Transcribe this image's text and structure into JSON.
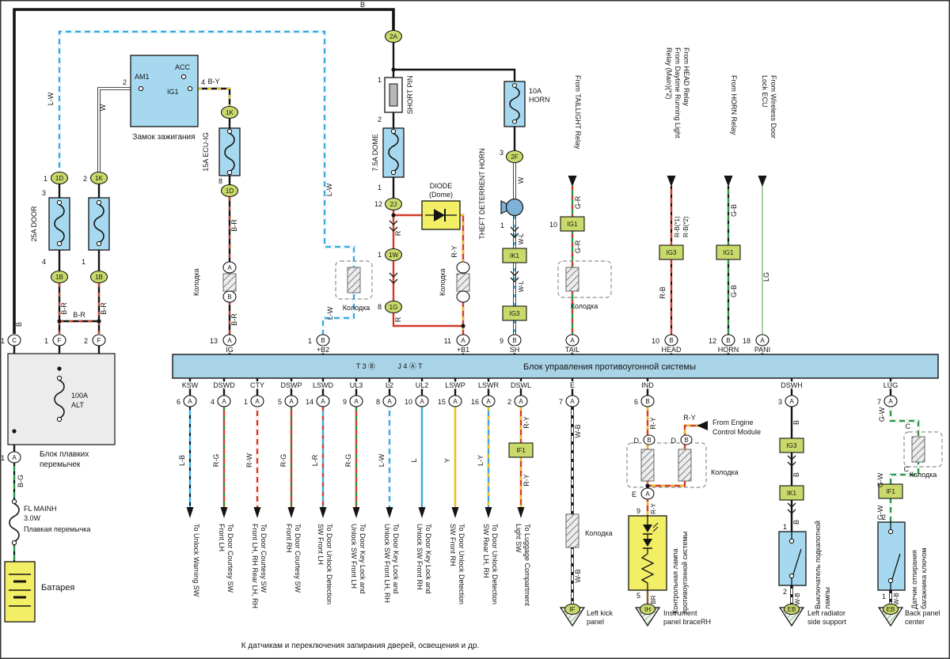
{
  "caption": "К датчикам и переключения запирания дверей, освещения и др.",
  "kolodka": "Колодка",
  "wire": {
    "b": "B",
    "w": "W",
    "by": "B-Y",
    "lw": "L-W",
    "br": "B-R",
    "r": "R",
    "ry": "R-Y",
    "wl": "W-L",
    "gr": "G-R",
    "rb": "R-B",
    "rb1": "R-B(*1)",
    "rb2": "R-B(*2)",
    "gb": "G-B",
    "lg": "LG",
    "wb": "W-B",
    "bg": "B-G",
    "gw": "G-W",
    "brn": "BR"
  },
  "letters": {
    "a": "A",
    "b": "B",
    "c": "C",
    "d": "D",
    "e": "E",
    "f": "F"
  },
  "ignition": {
    "label": "Замок зажигания",
    "am1": "AM1",
    "acc": "ACC",
    "ig1": "IG1",
    "pin2": "2",
    "pin4": "4"
  },
  "fuses": {
    "door": {
      "label": "25A DOOR",
      "pin_top": "3",
      "pin_bot": "4"
    },
    "fuse2": {
      "pin_bot": "1"
    },
    "ecu_ig": {
      "label": "15A ECU-IG",
      "pin": "8"
    },
    "dome": {
      "label": "7.5A DOME",
      "pin": "1"
    },
    "horn": {
      "l1": "10A",
      "l2": "HORN",
      "pin": "3"
    },
    "alt": {
      "l1": "100A",
      "l2": "ALT"
    }
  },
  "conn": {
    "a2": "2A",
    "j2": {
      "num": "12",
      "id": "2J"
    },
    "w1": {
      "num": "1",
      "id": "1W"
    },
    "g1": {
      "num": "8",
      "id": "1G"
    },
    "f2": "2F",
    "d1_left": {
      "num": "1",
      "id": "1D"
    },
    "k1_left": {
      "num": "2",
      "id": "1K"
    },
    "b1": "1B",
    "k1": "1K",
    "d1": "1D",
    "ig1": "IG1",
    "ig1_num": "10",
    "ig3": "IG3",
    "ik1": "IK1",
    "if1": "IF1",
    "c_num": "1",
    "a_num": "1",
    "f_left_num": "1",
    "f_right_num": "2"
  },
  "short_pin": {
    "label": "SHORT PIN",
    "pin1": "1",
    "pin2": "2"
  },
  "diode": {
    "l1": "DIODE",
    "l2": "(Dome)"
  },
  "horn_device": {
    "label": "THEFT DETERRENT HORN",
    "pin": "1"
  },
  "sources": {
    "tail": "From TAILLIGHT Relay",
    "head1": "From HEAD Relay",
    "head2": "From Daytime Running Light",
    "head3": "Relay (Main)(*2)",
    "horn": "From HORN Relay",
    "wless1": "From Wireless Door",
    "wless2": "Lock ECU",
    "ecm1": "From Engine",
    "ecm2": "Control Module"
  },
  "ecu": {
    "title": "Блок управления противоугонной системы",
    "codes1": "T 3 Ⓑ",
    "codes2": "J 4 Ⓐ T",
    "top": [
      {
        "num": "13",
        "c": "A",
        "name": "IG"
      },
      {
        "num": "1",
        "c": "B",
        "name": "+B2"
      },
      {
        "num": "11",
        "c": "A",
        "name": "+B1"
      },
      {
        "num": "9",
        "c": "B",
        "name": "SH"
      },
      {
        "num": "",
        "c": "A",
        "name": "TAIL"
      },
      {
        "num": "10",
        "c": "B",
        "name": "HEAD"
      },
      {
        "num": "12",
        "c": "B",
        "name": "HORN"
      },
      {
        "num": "18",
        "c": "A",
        "name": "PANI"
      }
    ],
    "bottom": [
      {
        "num": "6",
        "c": "A",
        "name": "KSW",
        "wire": "L-B",
        "d1": "To Unlock Warning SW",
        "d2": ""
      },
      {
        "num": "4",
        "c": "A",
        "name": "DSWD",
        "wire": "R-G",
        "d1": "To Door Courtesy SW",
        "d2": "Front LH"
      },
      {
        "num": "1",
        "c": "A",
        "name": "CTY",
        "wire": "R-W",
        "d1": "To Door Courtesy SW",
        "d2": "Front LH, RH Rear LH, RH"
      },
      {
        "num": "5",
        "c": "A",
        "name": "DSWP",
        "wire": "R-G",
        "d1": "To Door Courtesy SW",
        "d2": "Front RH"
      },
      {
        "num": "14",
        "c": "A",
        "name": "LSWD",
        "wire": "L-R",
        "d1": "To Door Unlock Detection",
        "d2": "SW Front LH"
      },
      {
        "num": "9",
        "c": "A",
        "name": "UL3",
        "wire": "R-G",
        "d1": "To Door Key Lock and",
        "d2": "Unlock SW Front LH"
      },
      {
        "num": "8",
        "c": "A",
        "name": "L2",
        "wire": "L-W",
        "d1": "To Door Key Lock and",
        "d2": "Unlock SW Front LH, RH"
      },
      {
        "num": "10",
        "c": "A",
        "name": "UL2",
        "wire": "L",
        "d1": "To Door Key Lock and",
        "d2": "Unlock SW Front RH"
      },
      {
        "num": "15",
        "c": "A",
        "name": "LSWP",
        "wire": "Y",
        "d1": "To Door Unlock Detection",
        "d2": "SW Front RH"
      },
      {
        "num": "16",
        "c": "A",
        "name": "LSWR",
        "wire": "L-Y",
        "d1": "To Door Unlock Detection",
        "d2": "SW Rear LH, RH"
      },
      {
        "num": "2",
        "c": "A",
        "name": "DSWL",
        "wire": "R-Y",
        "d1": "To Luggage Compartment",
        "d2": "Light SW"
      },
      {
        "num": "7",
        "c": "A",
        "name": "E",
        "wire": "W-B"
      },
      {
        "num": "6",
        "c": "B",
        "name": "IND",
        "wire": "R-Y"
      },
      {
        "num": "3",
        "c": "A",
        "name": "DSWH",
        "wire": "B"
      },
      {
        "num": "7",
        "c": "A",
        "name": "LUG",
        "wire": "G-W"
      }
    ]
  },
  "left": {
    "block_l1": "Блок плавких",
    "block_l2": "перемычек",
    "fl1": "FL MAINH",
    "fl2": "3.0W",
    "fl_name": "Плавкая перемычка",
    "battery": "Батарея"
  },
  "lamp": {
    "l1": "Контрольная лампа",
    "l2": "противоугонной системы",
    "pin_top": "9",
    "pin_bot": "5"
  },
  "hood_switch": {
    "l1": "Выключатель подкапотной",
    "l2": "лампы",
    "pin1": "1",
    "pin2": "2"
  },
  "trunk_sensor": {
    "l1": "Датчик отпирания",
    "l2": "багажника ключом",
    "pin_top": "2",
    "pin_bot": "1"
  },
  "grounds": {
    "if": {
      "id": "IF",
      "l1": "Left kick",
      "l2": "panel"
    },
    "ih": {
      "id": "IH",
      "l1": "Instrument",
      "l2": "panel braceRH"
    },
    "eb1": {
      "id": "EB",
      "l1": "Left radiator",
      "l2": "side support"
    },
    "eb2": {
      "id": "EB",
      "l1": "Back panel",
      "l2": "center"
    }
  }
}
